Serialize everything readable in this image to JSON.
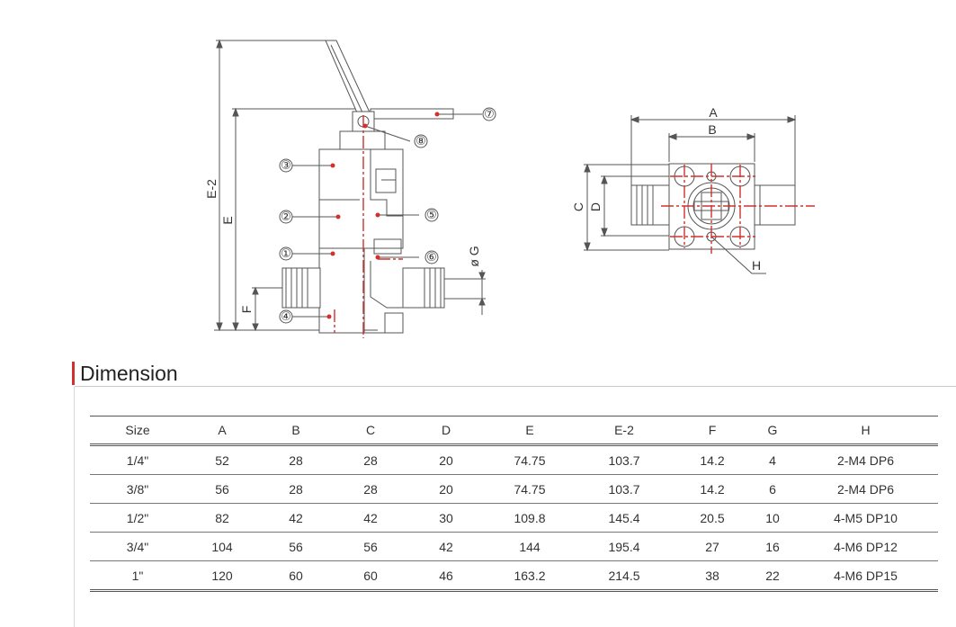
{
  "drawing_labels": {
    "dim_e2": "E-2",
    "dim_e": "E",
    "dim_f": "F",
    "dim_g": "ø G",
    "dim_a": "A",
    "dim_b": "B",
    "dim_c": "C",
    "dim_d": "D",
    "dim_h": "H"
  },
  "callouts": [
    "①",
    "②",
    "③",
    "④",
    "⑤",
    "⑥",
    "⑦",
    "⑧"
  ],
  "colors": {
    "accent": "#d0312d",
    "line": "#555555"
  },
  "section": {
    "title": "Dimension"
  },
  "table": {
    "headers": [
      "Size",
      "A",
      "B",
      "C",
      "D",
      "E",
      "E-2",
      "F",
      "G",
      "H"
    ],
    "rows": [
      [
        "1/4\"",
        "52",
        "28",
        "28",
        "20",
        "74.75",
        "103.7",
        "14.2",
        "4",
        "2-M4 DP6"
      ],
      [
        "3/8\"",
        "56",
        "28",
        "28",
        "20",
        "74.75",
        "103.7",
        "14.2",
        "6",
        "2-M4 DP6"
      ],
      [
        "1/2\"",
        "82",
        "42",
        "42",
        "30",
        "109.8",
        "145.4",
        "20.5",
        "10",
        "4-M5 DP10"
      ],
      [
        "3/4\"",
        "104",
        "56",
        "56",
        "42",
        "144",
        "195.4",
        "27",
        "16",
        "4-M6 DP12"
      ],
      [
        "1\"",
        "120",
        "60",
        "60",
        "46",
        "163.2",
        "214.5",
        "38",
        "22",
        "4-M6 DP15"
      ]
    ]
  }
}
